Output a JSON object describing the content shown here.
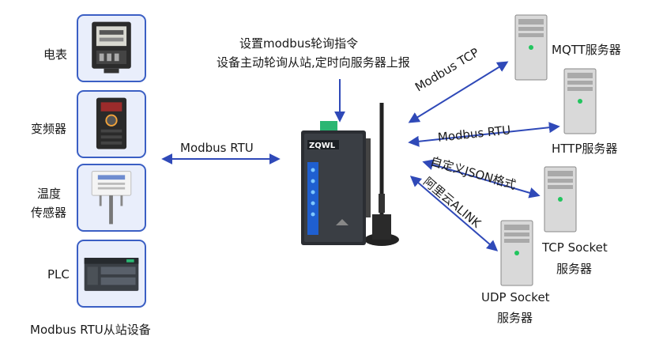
{
  "title": {
    "line1": "设置modbus轮询指令",
    "line2": "设备主动轮询从站,定时向服务器上报"
  },
  "devices": [
    {
      "label": "电表",
      "icon": "electricity-meter-icon"
    },
    {
      "label": "变频器",
      "icon": "inverter-icon"
    },
    {
      "label": "温度",
      "label2": "传感器",
      "icon": "temperature-sensor-icon"
    },
    {
      "label": "PLC",
      "icon": "plc-icon"
    }
  ],
  "devices_caption": "Modbus  RTU从站设备",
  "left_link_label": "Modbus  RTU",
  "gateway": {
    "brand": "ZQWL",
    "icon": "gateway-device-icon"
  },
  "servers": [
    {
      "label": "MQTT服务器",
      "protocol": "Modbus TCP",
      "icon": "server-icon"
    },
    {
      "label": "HTTP服务器",
      "protocol": "Modbus RTU",
      "icon": "server-icon"
    },
    {
      "label": "TCP Socket",
      "label2": "服务器",
      "protocol": "自定义JSON格式",
      "icon": "server-icon"
    },
    {
      "label": "UDP Socket",
      "label2": "服务器",
      "protocol": "阿里云ALINK",
      "icon": "server-icon"
    }
  ],
  "colors": {
    "accent": "#3b5fc4",
    "arrow": "#2f49b8",
    "card_bg": "#e9eefb",
    "led": "#22c55e"
  }
}
